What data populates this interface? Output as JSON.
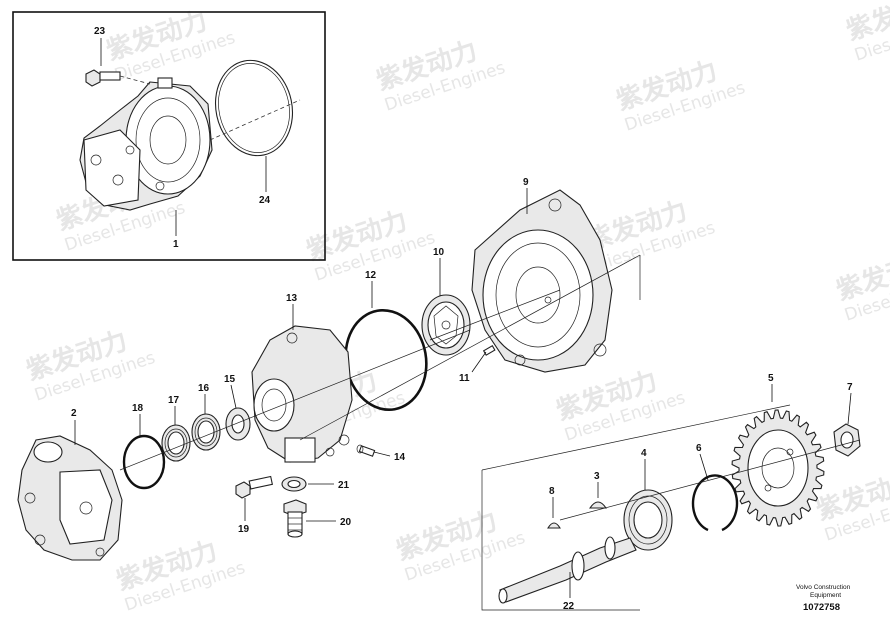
{
  "callouts": [
    {
      "id": "c23",
      "text": "23"
    },
    {
      "id": "c24",
      "text": "24"
    },
    {
      "id": "c1",
      "text": "1"
    },
    {
      "id": "c9",
      "text": "9"
    },
    {
      "id": "c10",
      "text": "10"
    },
    {
      "id": "c12",
      "text": "12"
    },
    {
      "id": "c13",
      "text": "13"
    },
    {
      "id": "c11",
      "text": "11"
    },
    {
      "id": "c2",
      "text": "2"
    },
    {
      "id": "c18",
      "text": "18"
    },
    {
      "id": "c17",
      "text": "17"
    },
    {
      "id": "c16",
      "text": "16"
    },
    {
      "id": "c15",
      "text": "15"
    },
    {
      "id": "c14",
      "text": "14"
    },
    {
      "id": "c21",
      "text": "21"
    },
    {
      "id": "c19",
      "text": "19"
    },
    {
      "id": "c20",
      "text": "20"
    },
    {
      "id": "c5",
      "text": "5"
    },
    {
      "id": "c7",
      "text": "7"
    },
    {
      "id": "c4",
      "text": "4"
    },
    {
      "id": "c6",
      "text": "6"
    },
    {
      "id": "c3",
      "text": "3"
    },
    {
      "id": "c8",
      "text": "8"
    },
    {
      "id": "c22",
      "text": "22"
    }
  ],
  "watermark": {
    "brand_cn": "紫发动力",
    "brand_en": "Diesel-Engines"
  },
  "footer": {
    "line1": "Volvo Construction",
    "line2": "Equipment",
    "drawing_number": "1072758"
  }
}
